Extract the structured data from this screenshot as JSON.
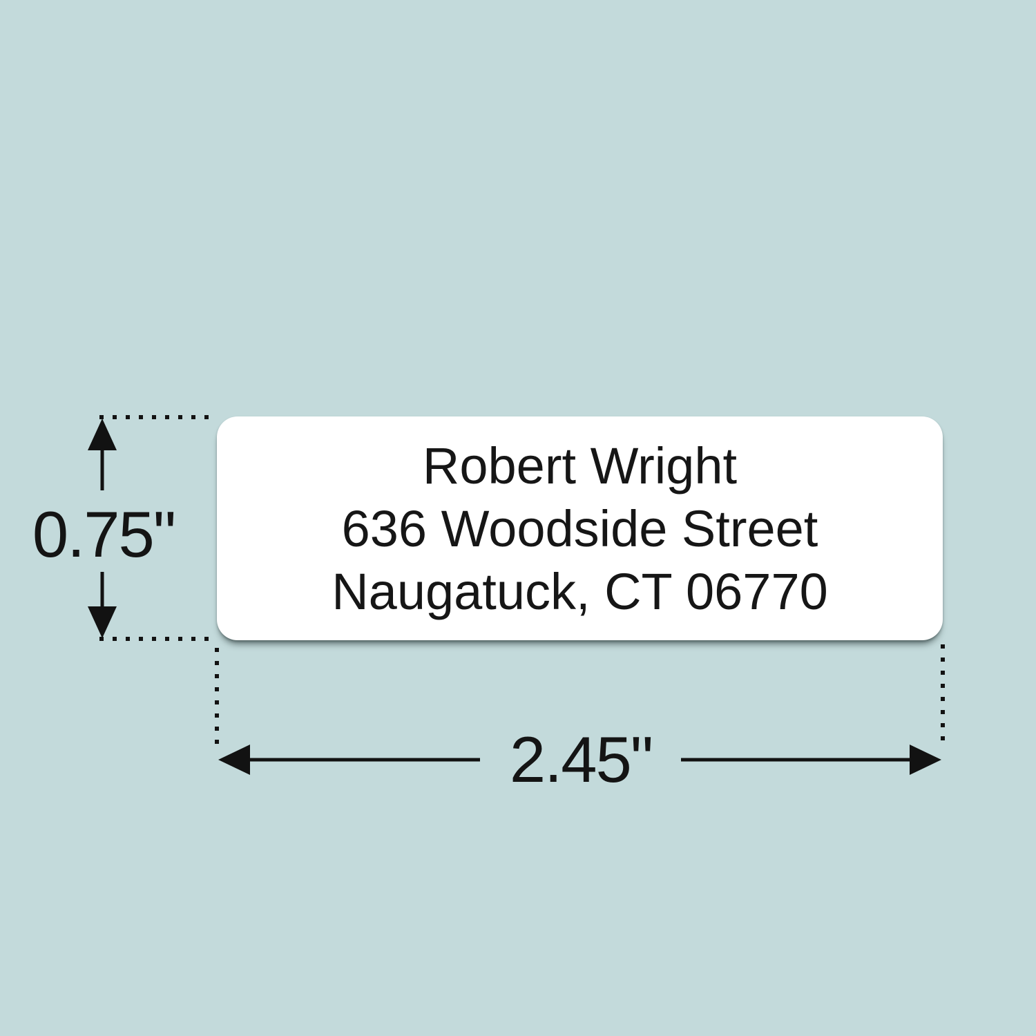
{
  "scene": {
    "background_color": "#c3dadb",
    "label_fill": "#ffffff",
    "ink_color": "#141414"
  },
  "address_label": {
    "line1": "Robert Wright",
    "line2": "636 Woodside Street",
    "line3": "Naugatuck, CT 06770"
  },
  "dimensions": {
    "height_value": "0.75\"",
    "width_value": "2.45\""
  }
}
